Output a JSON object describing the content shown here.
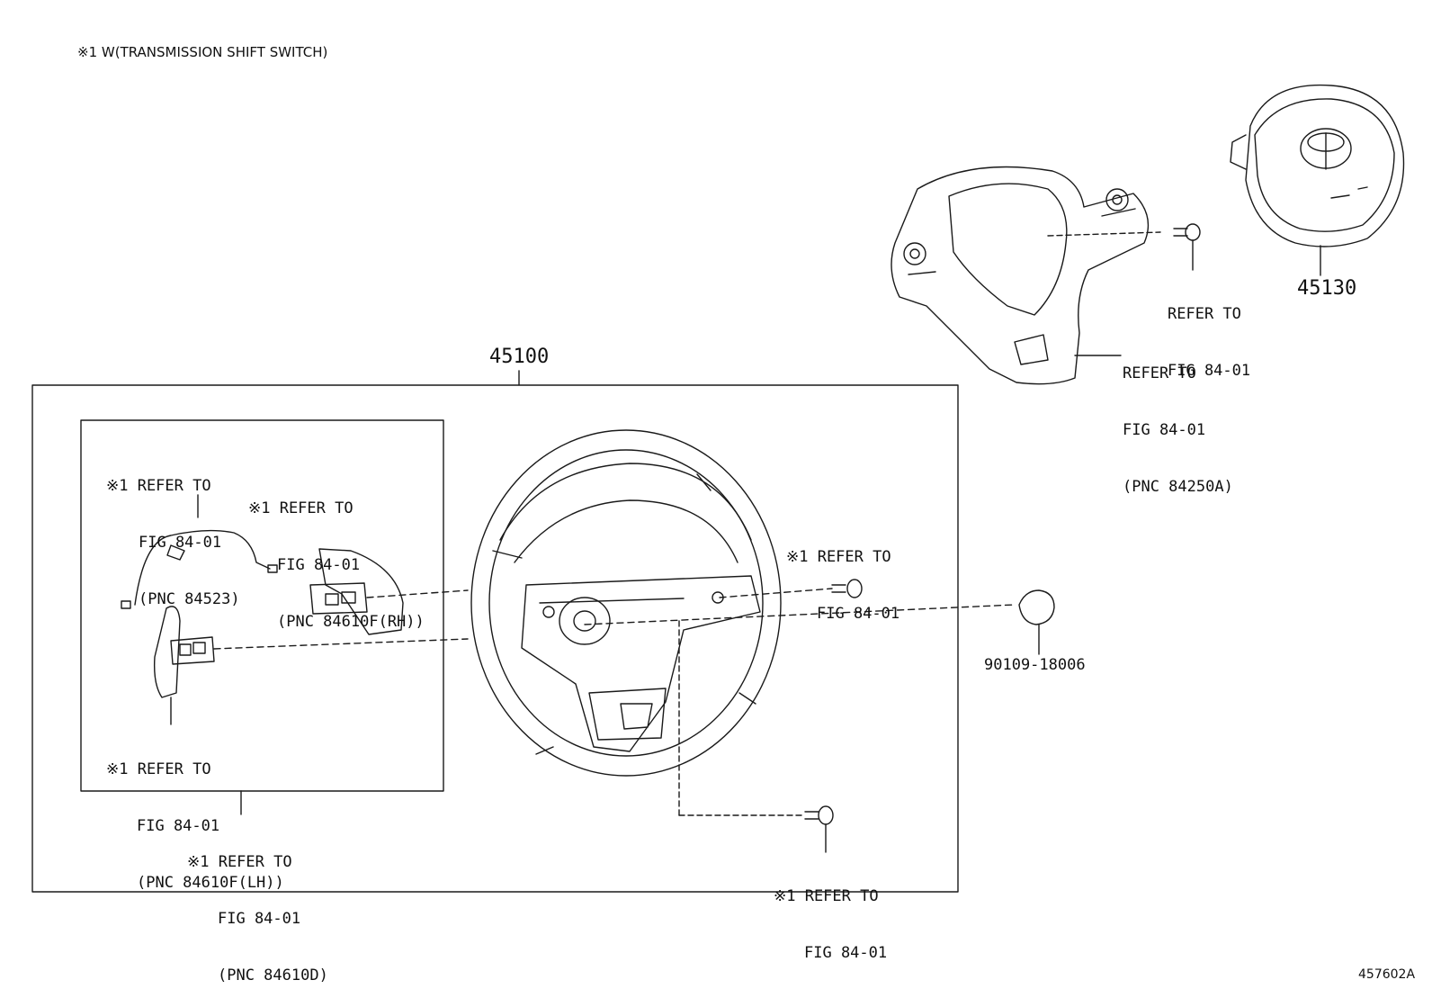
{
  "header_note": "※1 W(TRANSMISSION SHIFT SWITCH)",
  "figure_id": "457602A",
  "part_numbers": {
    "steering_wheel": "45100",
    "airbag": "45130",
    "cap": "90109-18006"
  },
  "callouts": {
    "cover_bolt": [
      "REFER TO",
      "FIG 84-01"
    ],
    "cover": [
      "REFER TO",
      "FIG 84-01",
      "(PNC 84250A)"
    ],
    "wire": [
      "※1 REFER TO",
      "FIG 84-01",
      "(PNC 84523)"
    ],
    "paddle_rh": [
      "※1 REFER TO",
      "FIG 84-01",
      "(PNC 84610F(RH))"
    ],
    "screw_right": [
      "※1 REFER TO",
      "FIG 84-01"
    ],
    "paddle_lh": [
      "※1 REFER TO",
      "FIG 84-01",
      "(PNC 84610F(LH))"
    ],
    "paddle_assy": [
      "※1 REFER TO",
      "FIG 84-01",
      "(PNC 84610D)"
    ],
    "screw_bottom": [
      "※1 REFER TO",
      "FIG 84-01"
    ]
  }
}
